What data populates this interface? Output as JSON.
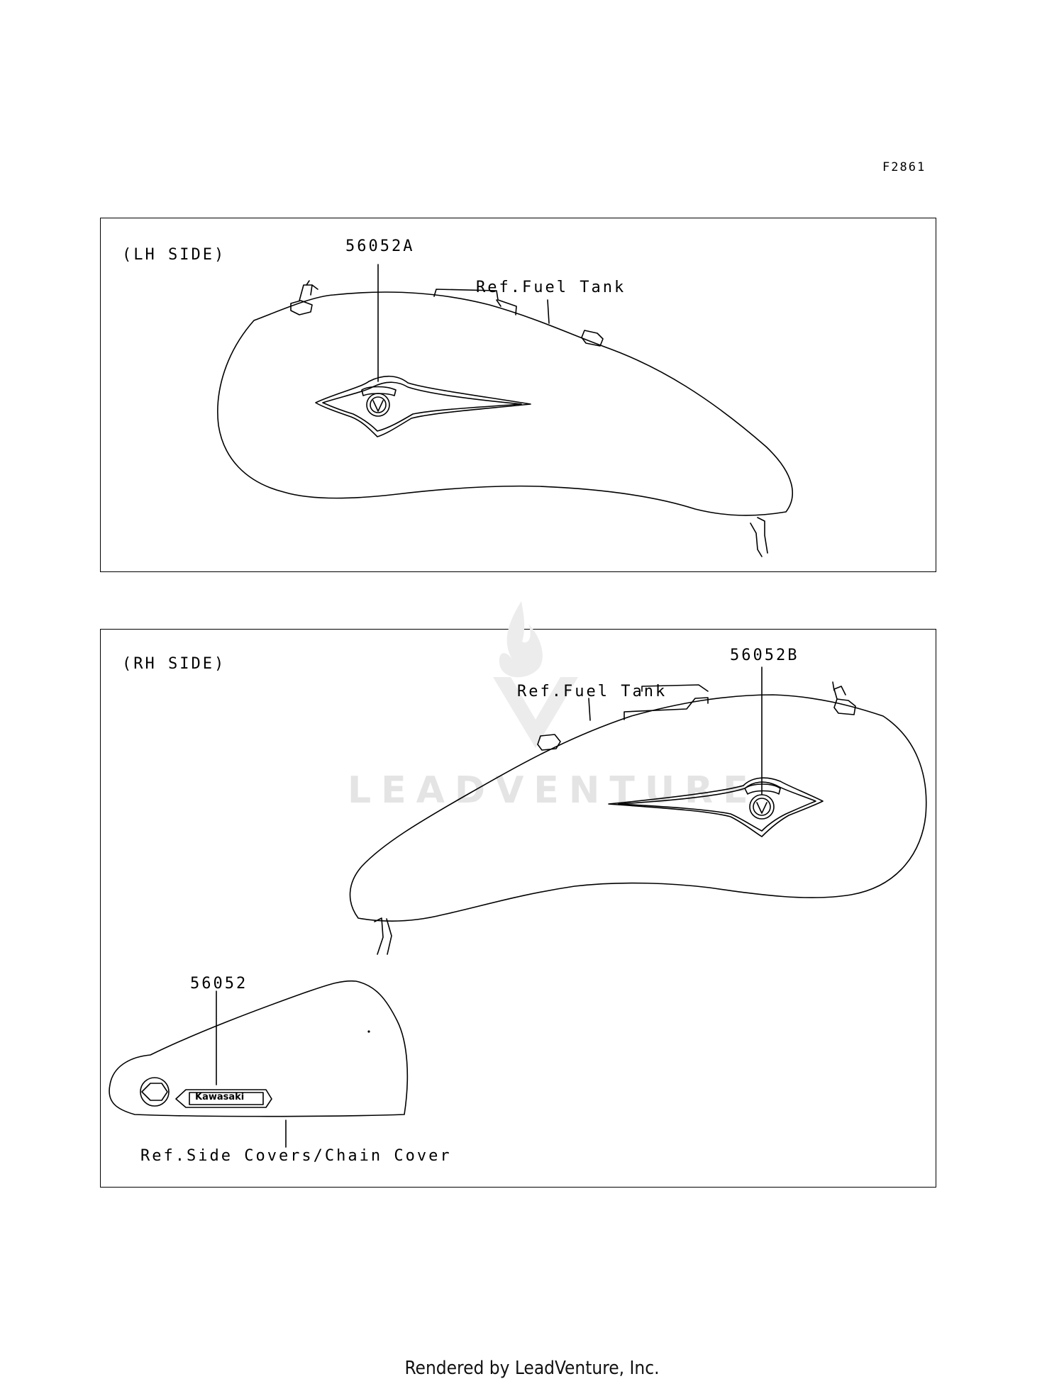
{
  "figure_code": "F2861",
  "panels": {
    "lh": {
      "side_label": "(LH SIDE)",
      "part_number": "56052A",
      "reference": "Ref.Fuel Tank"
    },
    "rh": {
      "side_label": "(RH SIDE)",
      "part_number": "56052B",
      "reference": "Ref.Fuel Tank",
      "side_cover": {
        "part_number": "56052",
        "reference": "Ref.Side Covers/Chain Cover",
        "emblem_text": "Kawasaki"
      }
    }
  },
  "watermark": "LEADVENTURE",
  "footer": "Rendered by LeadVenture, Inc."
}
